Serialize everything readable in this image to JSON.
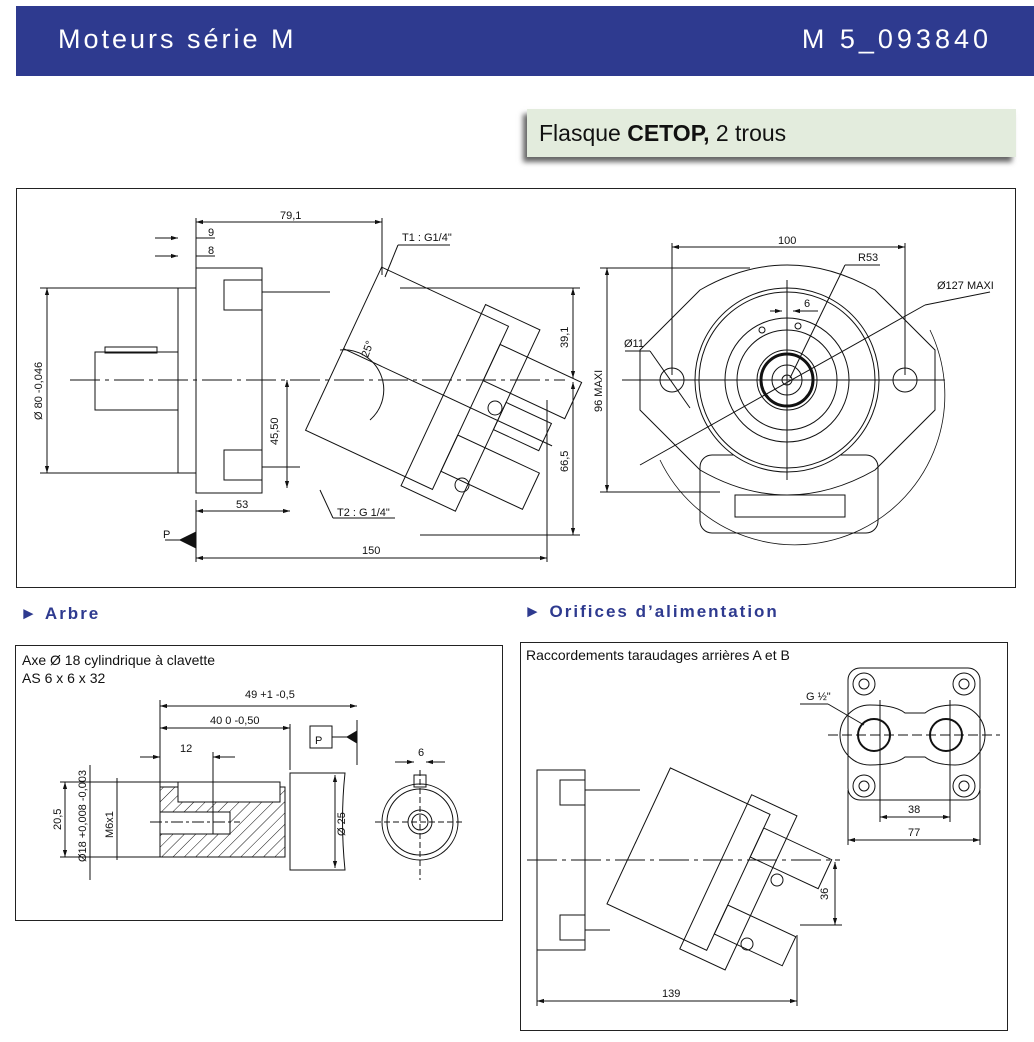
{
  "header": {
    "title": "Moteurs série M",
    "code": "M 5_093840"
  },
  "subtitle": {
    "prefix": "Flasque ",
    "bold": "CETOP,",
    "suffix": " 2 trous"
  },
  "main_view": {
    "dims": {
      "d79": "79,1",
      "d9": "9",
      "d8": "8",
      "d80": "Ø 80 -0,046",
      "d39": "39,1",
      "d66": "66,5",
      "d45": "45,50",
      "d53": "53",
      "d150": "150",
      "t1": "T1 : G1/4\"",
      "t2": "T2 : G 1/4\"",
      "p": "P",
      "angle": "25°"
    },
    "front": {
      "d100": "100",
      "r53": "R53",
      "d127": "Ø127 MAXI",
      "d6": "6",
      "d11": "Ø11",
      "d96": "96 MAXI"
    }
  },
  "arbre": {
    "heading": "► Arbre",
    "line1": "Axe Ø 18 cylindrique à clavette",
    "line2": "AS 6 x 6 x 32",
    "dims": {
      "d49": "49 +1 -0,5",
      "d40": "40 0 -0,50",
      "d12": "12",
      "p": "P",
      "d20": "20,5",
      "d18": "Ø18 +0,008 -0,003",
      "m6": "M6x1",
      "d25": "Ø 25",
      "d6": "6"
    }
  },
  "orifices": {
    "heading": "► Orifices d’alimentation",
    "note": "Raccordements taraudages arrières A et B",
    "dims": {
      "g": "G ½\"",
      "d38": "38",
      "d77": "77",
      "d36": "36",
      "d139": "139"
    }
  }
}
